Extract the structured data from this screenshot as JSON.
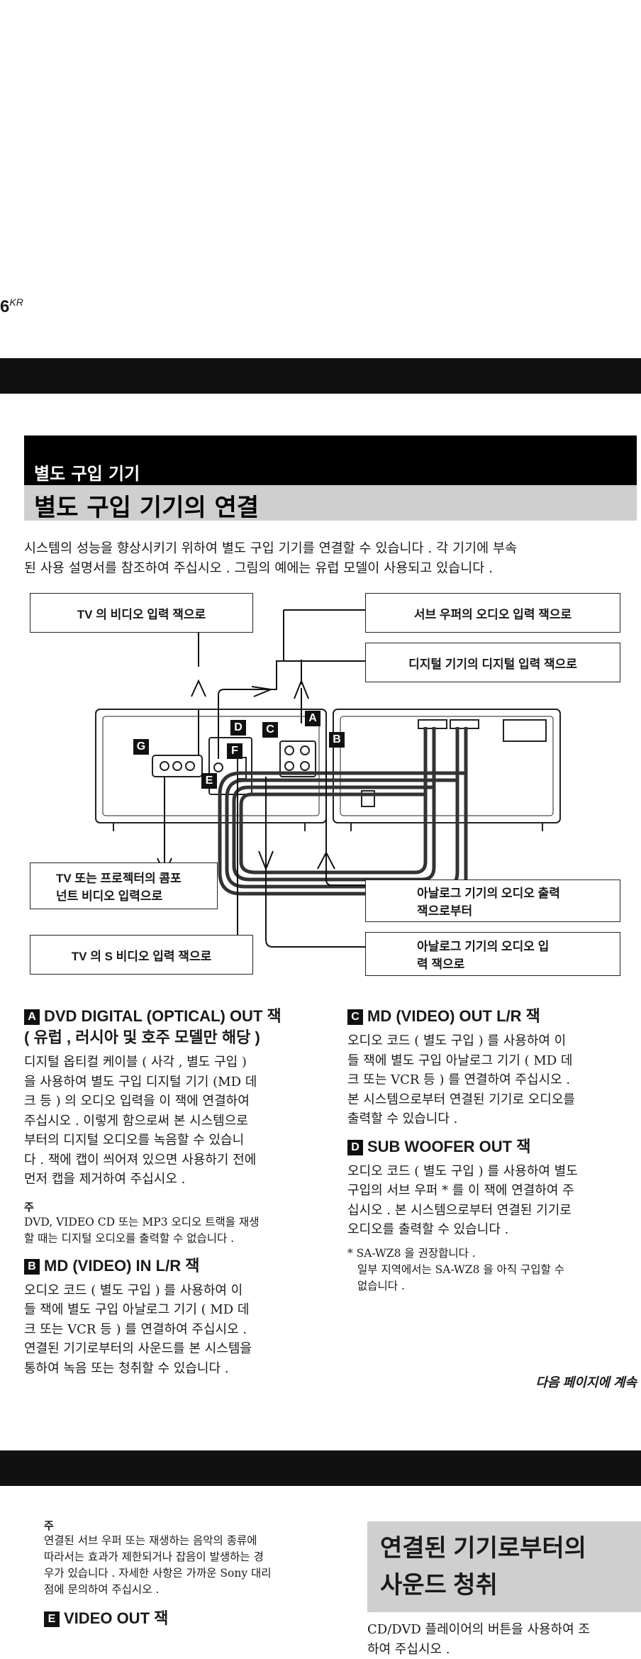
{
  "page": {
    "number": "6",
    "suffix": "KR"
  },
  "section": {
    "label": "별도 구입 기기",
    "title": "별도 구입 기기의 연결"
  },
  "intro": [
    "시스템의 성능을 향상시키기 위하여 별도 구입 기기를 연결할 수 있습니다 . 각 기기에 부속",
    "된 사용 설명서를 참조하여 주십시오 . 그림의 예에는 유럽 모델이 사용되고 있습니다 ."
  ],
  "diagram": {
    "labels": {
      "tv_video_in": "TV 의 비디오 입력 잭으로",
      "sub_woofer_audio_in": "서브 우퍼의 오디오 입력 잭으로",
      "digital_in": "디지털 기기의 디지털 입력 잭으로",
      "component_in": [
        "TV 또는 프로젝터의 콤포",
        "넌트 비디오 입력으로"
      ],
      "analog_out": [
        "아날로그 기기의 오디오 출력",
        "잭으로부터"
      ],
      "s_video_in": "TV 의 S 비디오 입력 잭으로",
      "analog_in": [
        "아날로그 기기의 오디오 입",
        "력 잭으로"
      ]
    },
    "badges": {
      "a": "A",
      "b": "B",
      "c": "C",
      "d": "D",
      "e": "E",
      "f": "F",
      "g": "G"
    }
  },
  "items": {
    "a": {
      "badge": "A",
      "title": [
        "DVD DIGITAL (OPTICAL) OUT 잭",
        "( 유럽 , 러시아 및 호주 모델만 해당 )"
      ],
      "body": [
        "디지털 옵티컬 케이블 ( 사각 , 별도 구입 )",
        "을 사용하여 별도 구입 디지털 기기 (MD 데",
        "크 등 ) 의 오디오 입력을 이 잭에 연결하여",
        "주십시오 . 이렇게 함으로써 본 시스템으로",
        "부터의 디지털 오디오를 녹음할 수 있습니",
        "다 . 잭에 캡이 씌어져 있으면 사용하기 전에",
        "먼저 캡을 제거하여 주십시오 ."
      ],
      "note_heading": "주",
      "note": [
        "DVD, VIDEO CD 또는 MP3 오디오 트랙을 재생",
        "할 때는 디지털 오디오를 출력할 수 없습니다 ."
      ]
    },
    "b": {
      "badge": "B",
      "title": "MD (VIDEO) IN L/R 잭",
      "body": [
        "오디오 코드 ( 별도 구입 ) 를 사용하여 이",
        "들 잭에 별도 구입 아날로그 기기 ( MD 데",
        "크 또는 VCR 등 ) 를 연결하여 주십시오 .",
        "연결된 기기로부터의 사운드를 본 시스템을",
        "통하여 녹음 또는 청취할 수 있습니다 ."
      ]
    },
    "c": {
      "badge": "C",
      "title": "MD (VIDEO) OUT L/R 잭",
      "body": [
        "오디오 코드 ( 별도 구입 ) 를 사용하여 이",
        "들 잭에 별도 구입 아날로그 기기 ( MD 데",
        "크 또는 VCR 등 ) 를 연결하여 주십시오 .",
        "본 시스템으로부터 연결된 기기로 오디오를",
        "출력할 수 있습니다 ."
      ]
    },
    "d": {
      "badge": "D",
      "title": "SUB WOOFER OUT 잭",
      "body": [
        "오디오 코드 ( 별도 구입 ) 를 사용하여 별도",
        "구입의 서브 우퍼 * 를 이 잭에 연결하여 주",
        "십시오 . 본 시스템으로부터 연결된 기기로",
        "오디오를 출력할 수 있습니다 ."
      ],
      "footnote": [
        "* SA-WZ8 을 권장합니다 .",
        "일부 지역에서는 SA-WZ8 을 아직 구입할 수",
        "없습니다 ."
      ]
    }
  },
  "continued": "다음 페이지에 계속",
  "bottom": {
    "note_heading": "주",
    "note": [
      "연결된 서브 우퍼 또는 재생하는 음악의 종류에",
      "따라서는 효과가 제한되거나 잡음이 발생하는 경",
      "우가 있습니다 . 자세한 사항은 가까운 Sony 대리",
      "점에 문의하여 주십시오 ."
    ],
    "item_e": {
      "badge": "E",
      "title": "VIDEO OUT 잭"
    },
    "section_title": [
      "연결된 기기로부터의",
      "사운드 청취"
    ],
    "section_body": [
      "CD/DVD 플레이어의 버튼을 사용하여 조",
      "하여 주십시오 ."
    ]
  },
  "colors": {
    "black": "#111111",
    "gray_band": "#cfcfcf"
  }
}
